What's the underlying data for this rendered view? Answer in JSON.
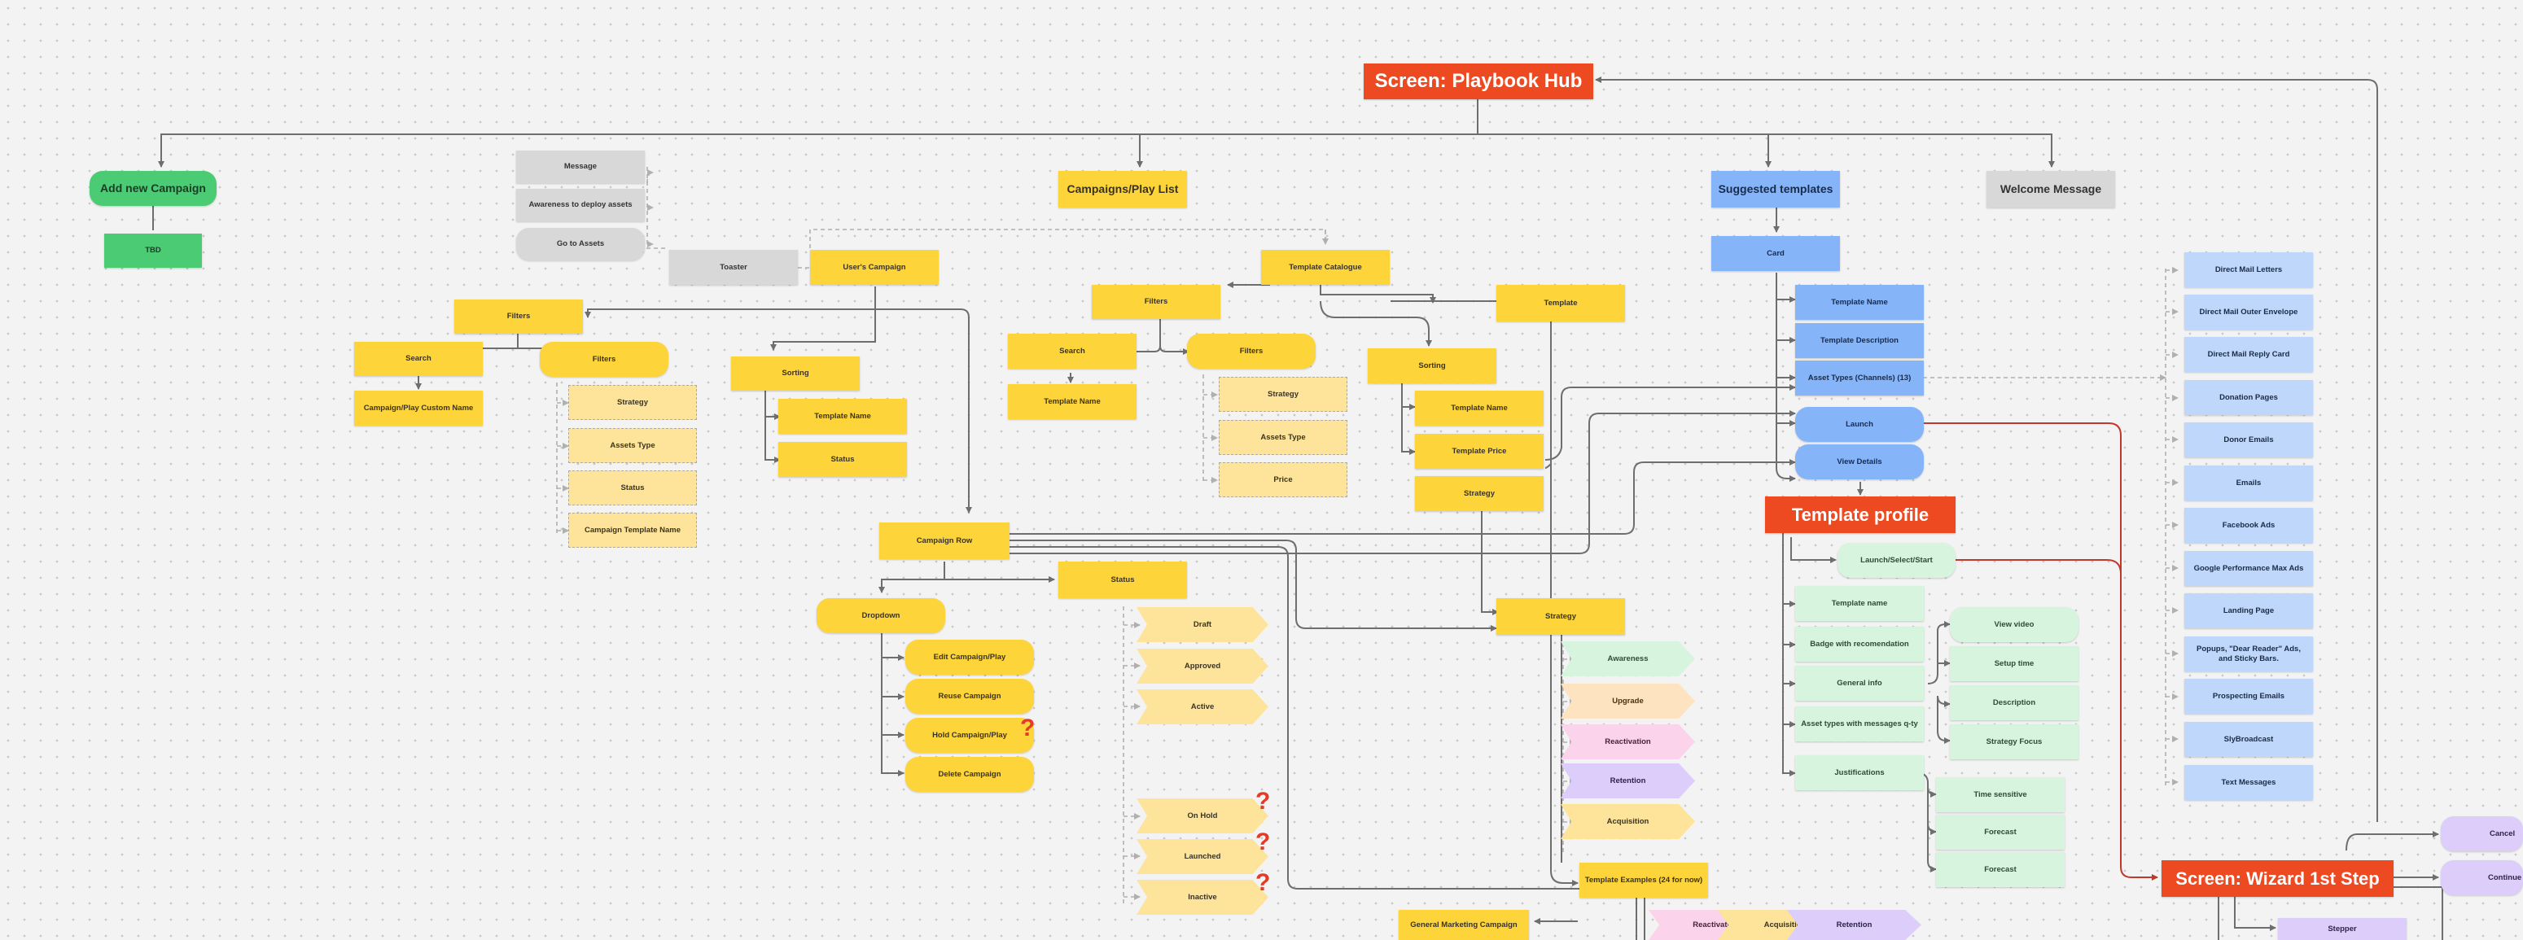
{
  "colors": {
    "primary_screen": "#ee4a22",
    "yellow": "#fdd43a",
    "yellow_light": "#fde49a",
    "green": "#4bcc74",
    "green_light": "#d7f4df",
    "blue": "#86b4f8",
    "blue_light": "#bfd7fb",
    "gray": "#d8d8d8",
    "purple_light": "#dccdfb",
    "pink_light": "#fbd3ea",
    "connector": "#6e6e6e",
    "connector_red": "#c0392b"
  },
  "hub": "Screen: Playbook Hub",
  "add_new": {
    "title": "Add new Campaign",
    "tbd": "TBD"
  },
  "toaster": {
    "title": "Toaster",
    "message": "Message",
    "awareness": "Awareness to deploy assets",
    "go_assets": "Go to Assets"
  },
  "users_campaign": "User's Campaign",
  "left_filters": {
    "title": "Filters",
    "search": "Search",
    "custom_name": "Campaign/Play Custom Name",
    "filters_pill": "Filters",
    "items": [
      "Strategy",
      "Assets Type",
      "Status",
      "Campaign Template Name"
    ]
  },
  "sorting_left": {
    "title": "Sorting",
    "items": [
      "Template Name",
      "Status"
    ]
  },
  "campaigns_list": "Campaigns/Play List",
  "catalogue": {
    "title": "Template Catalogue",
    "filters": "Filters",
    "search": "Search",
    "template_name": "Template Name",
    "filters_pill": "Filters",
    "items": [
      "Strategy",
      "Assets Type",
      "Price"
    ],
    "sorting": "Sorting",
    "sort_items": [
      "Template Name",
      "Template Price",
      "Strategy"
    ],
    "template": "Template"
  },
  "campaign_row": {
    "title": "Campaign Row",
    "dropdown": "Dropdown",
    "actions": [
      "Edit Campaign/Play",
      "Reuse Campaign",
      "Hold Campaign/Play",
      "Delete Campaign"
    ],
    "status": "Status",
    "status_items": [
      "Draft",
      "Approved",
      "Active",
      "On Hold",
      "Launched",
      "Inactive"
    ],
    "question": "?"
  },
  "strategy": {
    "title": "Strategy",
    "items": [
      "Awareness",
      "Upgrade",
      "Reactivation",
      "Retention",
      "Acquisition"
    ]
  },
  "template_examples": "Template Examples (24 for now)",
  "general_marketing": "General Marketing Campaign",
  "bottom_tags": [
    "Reactivation",
    "Acquisition",
    "Retention"
  ],
  "suggested": {
    "title": "Suggested templates",
    "card": "Card",
    "items": [
      "Template  Name",
      "Template  Description",
      "Asset Types (Channels) (13)"
    ],
    "launch": "Launch",
    "view_details": "View Details"
  },
  "welcome": "Welcome Message",
  "asset_types": [
    "Direct Mail Letters",
    "Direct Mail Outer Envelope",
    "Direct Mail Reply Card",
    "Donation Pages",
    "Donor Emails",
    "Emails",
    "Facebook Ads",
    "Google Performance Max Ads",
    "Landing Page",
    "Popups, \"Dear Reader\" Ads, and Sticky Bars.",
    "Prospecting Emails",
    "SlyBroadcast",
    "Text Messages"
  ],
  "profile": {
    "title": "Template profile",
    "launch": "Launch/Select/Start",
    "items": [
      "Template name",
      "Badge with recomendation",
      "General info",
      "Asset types with messages q-ty",
      "Justifications"
    ],
    "general_info": [
      "View video",
      "Setup time",
      "Description",
      "Strategy Focus"
    ],
    "justifications": [
      "Time sensitive",
      "Forecast",
      "Forecast"
    ]
  },
  "wizard": {
    "title": "Screen: Wizard 1st Step",
    "cancel": "Cancel",
    "continue": "Continue",
    "stepper": "Stepper"
  }
}
